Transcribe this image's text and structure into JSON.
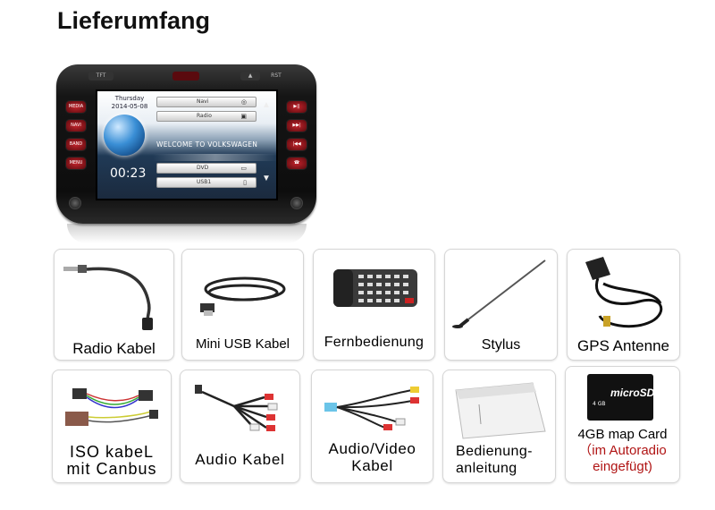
{
  "title": "Lieferumfang",
  "device": {
    "day": "Thursday",
    "date": "2014-05-08",
    "clock": "00:23",
    "welcome": "WELCOME TO VOLKSWAGEN",
    "menu": [
      "Navi",
      "Radio",
      "DVD",
      "USB1"
    ],
    "top_buttons": [
      "TFT",
      "",
      "▲",
      "RST"
    ],
    "left_buttons": [
      "MEDIA",
      "NAVI",
      "BAND",
      "MENU"
    ],
    "right_buttons": [
      "▶||",
      "▶▶|",
      "|◀◀",
      "☎"
    ]
  },
  "items": [
    {
      "label": "Radio Kabel"
    },
    {
      "label": "Mini USB Kabel"
    },
    {
      "label": "Fernbedienung"
    },
    {
      "label": "Stylus"
    },
    {
      "label": "GPS Antenne"
    },
    {
      "label_line1": "ISO kabeL",
      "label_line2": "mit Canbus"
    },
    {
      "label": "Audio Kabel"
    },
    {
      "label_line1": "Audio/Video",
      "label_line2": "Kabel"
    },
    {
      "label_line1": "Bedienung-",
      "label_line2": "anleitung"
    },
    {
      "label_line1": "4GB map Card",
      "label_line2": "（im Autoradio",
      "label_line3": "eingefügt)",
      "card_text": "microSD",
      "card_size": "4 GB"
    }
  ]
}
